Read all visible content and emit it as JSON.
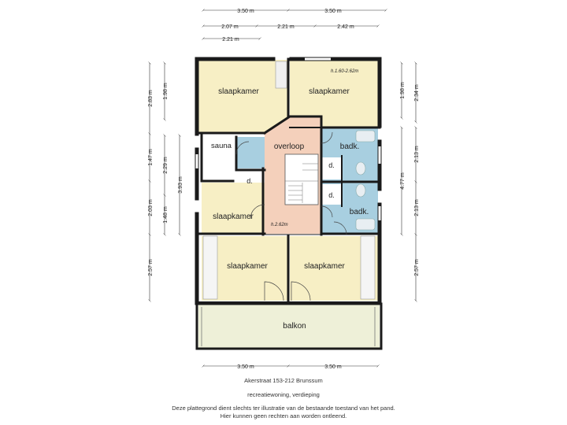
{
  "rooms": {
    "slaapkamer_nw": "slaapkamer",
    "slaapkamer_ne": "slaapkamer",
    "sauna": "sauna",
    "overloop": "overloop",
    "badk_top": "badk.",
    "badk_bottom": "badk.",
    "douche_1": "d.",
    "douche_2": "d.",
    "douche_3": "d.",
    "slaapkamer_w": "slaapkamer",
    "slaapkamer_sw": "slaapkamer",
    "slaapkamer_se": "slaapkamer",
    "balkon": "balkon"
  },
  "heights": {
    "ne_room": "h.1.60-2.62m",
    "overloop": "h.2.62m"
  },
  "dimensions": {
    "top_row1": [
      "3.50 m",
      "3.50 m"
    ],
    "top_row2": [
      "2.07 m",
      "2.21 m",
      "2.42 m"
    ],
    "top_row3": [
      "2.21 m"
    ],
    "bottom": [
      "3.50 m",
      "3.50 m"
    ],
    "left_outer": [
      "2.83 m",
      "1.47 m",
      "2.03 m",
      "2.57 m"
    ],
    "left_mid": [
      "2.29 m",
      "1.48 m"
    ],
    "left_inner_a": [
      "1.98 m"
    ],
    "left_inner_b": [
      "3.93 m"
    ],
    "right_inner": [
      "1.98 m",
      "2.13 m",
      "2.13 m"
    ],
    "right_mid": [
      "2.34 m",
      "4.77 m"
    ],
    "right_outer": [
      "2.57 m"
    ]
  },
  "footer": {
    "address": "Akerstraat 153-212 Brunssum",
    "subtitle": "recreatiewoning, verdieping",
    "disclaimer_1": "Deze plattegrond dient slechts ter illustratie van de bestaande toestand van het pand.",
    "disclaimer_2": "Hier kunnen geen rechten aan worden ontleend."
  },
  "colors": {
    "bedroom": "#f7efc5",
    "landing": "#f4d0bb",
    "bathroom": "#a8cfe0",
    "balcony": "#eef0d8",
    "wall": "#1a1a1a"
  }
}
